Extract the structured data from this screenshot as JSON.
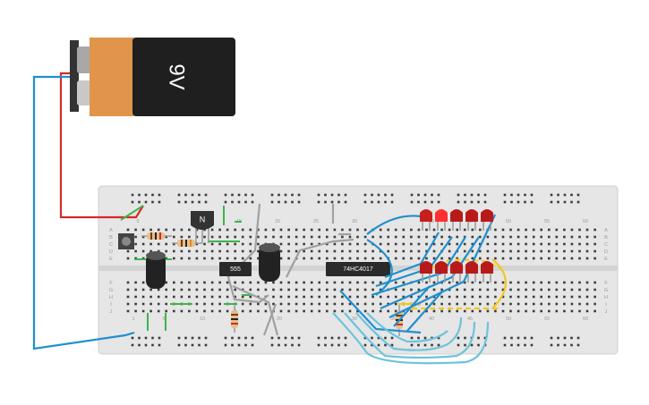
{
  "battery": {
    "label": "9V",
    "body_color": "#1f1f1f",
    "cap_color": "#e0954a"
  },
  "breadboard": {
    "column_numbers_top": [
      "5",
      "15",
      "20",
      "25",
      "30",
      "40",
      "45",
      "50",
      "55",
      "60"
    ],
    "column_numbers_bottom": [
      "1",
      "5",
      "10",
      "20",
      "30",
      "35",
      "40",
      "45",
      "50",
      "55",
      "60"
    ],
    "row_letters_left_top": [
      "A",
      "B",
      "C",
      "D",
      "E"
    ],
    "row_letters_left_bottom": [
      "F",
      "G",
      "H",
      "I",
      "J"
    ],
    "row_letters_right_top": [
      "A",
      "B",
      "C",
      "D",
      "E"
    ],
    "row_letters_right_bottom": [
      "F",
      "G",
      "H",
      "I",
      "J"
    ]
  },
  "chips": [
    {
      "id": "timer",
      "label": "555"
    },
    {
      "id": "counter",
      "label": "74HC4017"
    }
  ],
  "transistor": {
    "label": "N"
  },
  "colors": {
    "wire_red": "#d42a2a",
    "wire_blue": "#1f8fce",
    "wire_lightblue": "#6cc3dd",
    "wire_green": "#3cb54a",
    "wire_yellow": "#f2c81d",
    "wire_gray": "#9a9a9a",
    "led_red": "#c81e1e",
    "board": "#e3e3e3"
  }
}
